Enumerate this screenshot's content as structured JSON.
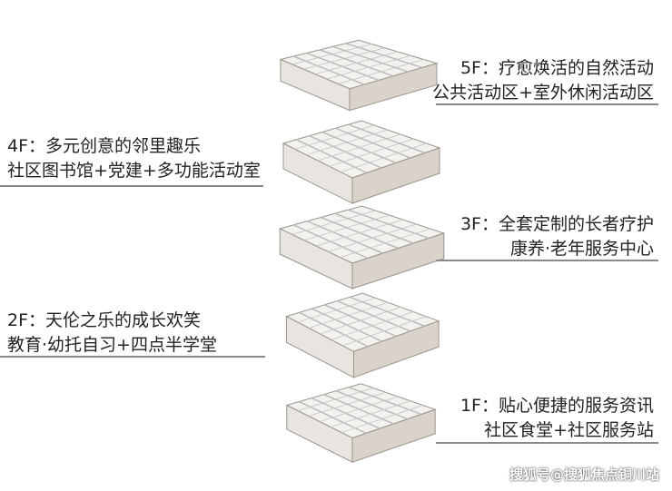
{
  "floors": [
    {
      "level": "5F",
      "title": "5F：疗愈焕活的自然活动",
      "subtitle": "公共活动区+室外休闲活动区"
    },
    {
      "level": "4F",
      "title": "4F：多元创意的邻里趣乐",
      "subtitle": "社区图书馆+党建+多功能活动室"
    },
    {
      "level": "3F",
      "title": "3F：全套定制的长者疗护",
      "subtitle": "康养·老年服务中心"
    },
    {
      "level": "2F",
      "title": "2F：天伦之乐的成长欢笑",
      "subtitle": "教育·幼托自习+四点半学堂"
    },
    {
      "level": "1F",
      "title": "1F：贴心便捷的服务资讯",
      "subtitle": "社区食堂+社区服务站"
    }
  ],
  "watermark": "搜狐号@搜狐焦点铜川站",
  "colors": {
    "rule": "#8a8a8a",
    "wall": "#e8e4df",
    "floor": "#f4f2ef",
    "edge": "#9a948c"
  }
}
